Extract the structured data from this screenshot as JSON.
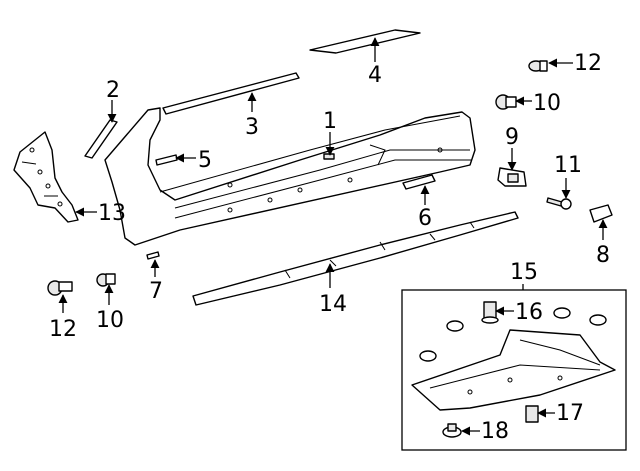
{
  "diagram": {
    "callouts": {
      "c1": "1",
      "c2": "2",
      "c4": "4",
      "c3": "3",
      "c5": "5",
      "c6": "6",
      "c7": "7",
      "c8": "8",
      "c9": "9",
      "c10a": "10",
      "c10b": "10",
      "c11": "11",
      "c12a": "12",
      "c12b": "12",
      "c13": "13",
      "c14": "14",
      "c15": "15",
      "c16": "16",
      "c17": "17",
      "c18": "18"
    }
  }
}
